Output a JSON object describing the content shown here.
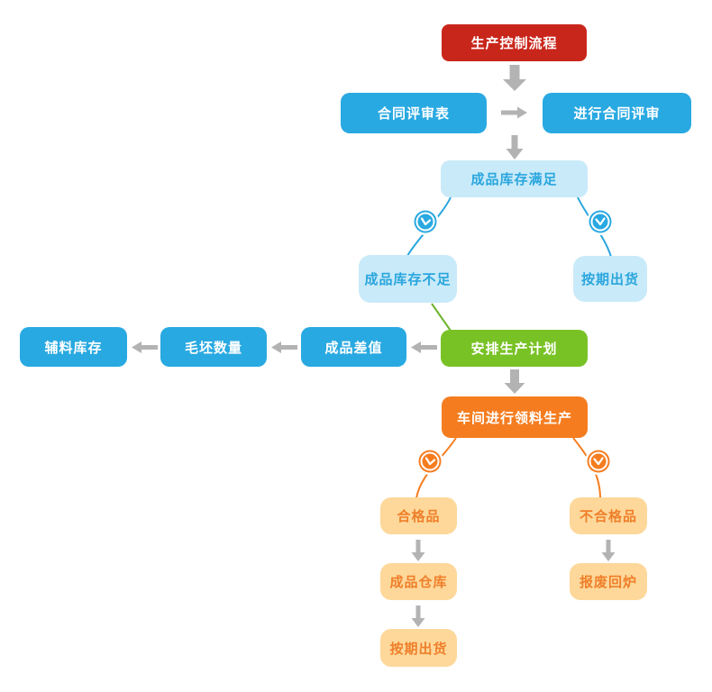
{
  "diagram": {
    "title": "生产控制流程",
    "type": "flowchart",
    "colors": {
      "start_red": "#c9261b",
      "process_blue": "#29a9e1",
      "state_light_blue": "#c9eaf9",
      "state_light_blue_text": "#2aa6dd",
      "plan_green": "#79c226",
      "workshop_orange": "#f57d20",
      "result_tan": "#fdd89a",
      "result_tan_text": "#ef7f2a",
      "arrow_gray": "#b3b3b3",
      "green_wire": "#6db32c"
    },
    "icons": {
      "blue_clock_left": "clock-icon",
      "blue_clock_right": "clock-icon",
      "orange_clock_left": "clock-icon",
      "orange_clock_right": "clock-icon"
    }
  },
  "nodes": {
    "start": {
      "label": "生产控制流程"
    },
    "contract_review_form": {
      "label": "合同评审表"
    },
    "conduct_contract_review": {
      "label": "进行合同评审"
    },
    "stock_sufficient": {
      "label": "成品库存满足"
    },
    "stock_insufficient": {
      "label": "成品库存不足"
    },
    "ship_on_schedule_1": {
      "label": "按期出货"
    },
    "auxiliary_material_stock": {
      "label": "辅料库存"
    },
    "blank_quantity": {
      "label": "毛坯数量"
    },
    "finished_goods_difference": {
      "label": "成品差值"
    },
    "arrange_production_plan": {
      "label": "安排生产计划"
    },
    "workshop_material_production": {
      "label": "车间进行领料生产"
    },
    "qualified_products": {
      "label": "合格品"
    },
    "unqualified_products": {
      "label": "不合格品"
    },
    "finished_goods_warehouse": {
      "label": "成品仓库"
    },
    "scrap_remelt": {
      "label": "报废回炉"
    },
    "ship_on_schedule_2": {
      "label": "按期出货"
    }
  },
  "edges": [
    {
      "from": "start",
      "to": "contract_review_form"
    },
    {
      "from": "contract_review_form",
      "to": "conduct_contract_review"
    },
    {
      "from": "conduct_contract_review",
      "to": "stock_sufficient"
    },
    {
      "from": "stock_sufficient",
      "to": "stock_insufficient",
      "via": "clock-icon"
    },
    {
      "from": "stock_sufficient",
      "to": "ship_on_schedule_1",
      "via": "clock-icon"
    },
    {
      "from": "stock_insufficient",
      "to": "arrange_production_plan"
    },
    {
      "from": "arrange_production_plan",
      "to": "finished_goods_difference"
    },
    {
      "from": "finished_goods_difference",
      "to": "blank_quantity"
    },
    {
      "from": "blank_quantity",
      "to": "auxiliary_material_stock"
    },
    {
      "from": "arrange_production_plan",
      "to": "workshop_material_production"
    },
    {
      "from": "workshop_material_production",
      "to": "qualified_products",
      "via": "clock-icon"
    },
    {
      "from": "workshop_material_production",
      "to": "unqualified_products",
      "via": "clock-icon"
    },
    {
      "from": "qualified_products",
      "to": "finished_goods_warehouse"
    },
    {
      "from": "finished_goods_warehouse",
      "to": "ship_on_schedule_2"
    },
    {
      "from": "unqualified_products",
      "to": "scrap_remelt"
    }
  ]
}
